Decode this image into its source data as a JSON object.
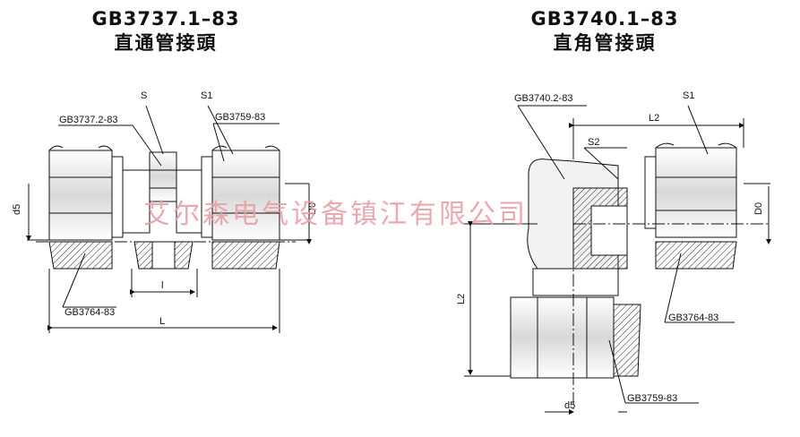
{
  "left_title": {
    "code": "GB3737.1–83",
    "name": "直通管接頭"
  },
  "right_title": {
    "code": "GB3740.1–83",
    "name": "直角管接頭"
  },
  "left_labels": {
    "s": "S",
    "s1": "S1",
    "std_body": "GB3737.2-83",
    "std_nut": "GB3759-83",
    "std_ring": "GB3764-83",
    "d5": "d5",
    "d0": "D0",
    "l_small": "l",
    "l_total": "L"
  },
  "right_labels": {
    "std_body": "GB3740.2-83",
    "s1": "S1",
    "l2_top": "L2",
    "s2": "S2",
    "d0": "D0",
    "l2_side": "L2",
    "std_ring": "GB3764-83",
    "d5": "d5",
    "std_nut": "GB3759-83"
  },
  "watermark": "艾尔森电气设备镇江有限公司"
}
